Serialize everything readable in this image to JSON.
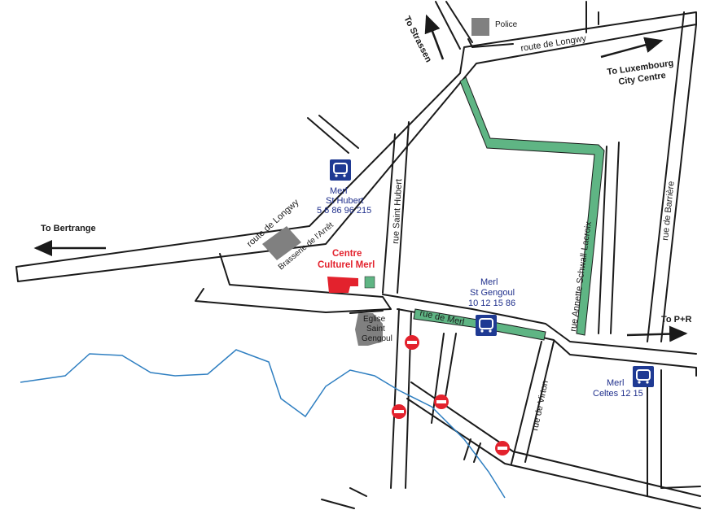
{
  "colors": {
    "road_outline": "#1a1a1a",
    "green_path": "#5fb584",
    "bus_stop": "#1f3a93",
    "culture_center": "#e3222d",
    "building": "#808080",
    "river": "#2f7fc1",
    "no_entry": "#e3222d"
  },
  "directions": {
    "strassen": "To Strassen",
    "luxembourg_line1": "To Luxembourg",
    "luxembourg_line2": "City Centre",
    "bertrange": "To Bertrange",
    "pr": "To P+R"
  },
  "streets": {
    "longwy_north": "route de Longwy",
    "longwy_west": "route de Longwy",
    "saint_hubert": "rue Saint Hubert",
    "merl": "rue de Merl",
    "annette": "rue Annette Schwall-Lacroix",
    "barriere": "rue de Barrière",
    "virton": "rue de Virton"
  },
  "places": {
    "police": "Police",
    "brasserie": "Brasserie de l'Arrêt",
    "centre_line1": "Centre",
    "centre_line2": "Culturel Merl",
    "church_line1": "Eglise",
    "church_line2": "Saint",
    "church_line3": "Gengoul"
  },
  "bus_stops": [
    {
      "line1": "Merl",
      "line2": "St Hubert",
      "line3": "5 6 86 96 215"
    },
    {
      "line1": "Merl",
      "line2": "St Gengoul",
      "line3": "10 12 15 86"
    },
    {
      "line1": "Merl",
      "line2": "Celtes 12 15"
    }
  ]
}
